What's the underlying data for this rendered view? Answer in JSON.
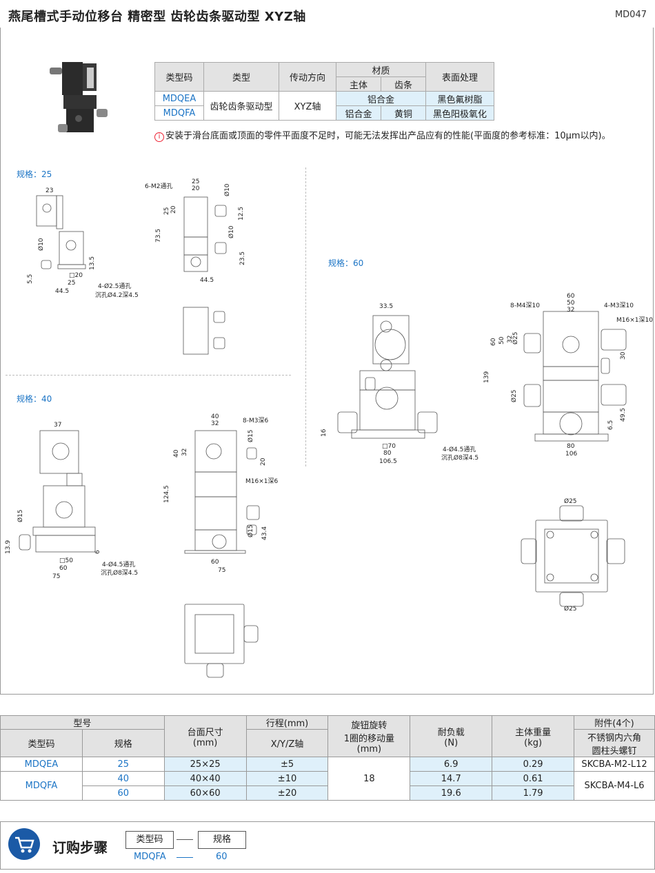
{
  "header": {
    "title": "燕尾槽式手动位移台 精密型  齿轮齿条驱动型  XYZ轴",
    "code": "MD047"
  },
  "spec_table": {
    "headers": [
      "类型码",
      "类型",
      "传动方向",
      "材质",
      "表面处理"
    ],
    "sub_headers": [
      "主体",
      "齿条"
    ],
    "rows": [
      {
        "code": "MDQEA",
        "type": "齿轮齿条驱动型",
        "dir": "XYZ轴",
        "material": "铝合金",
        "surface": "黑色氟树脂"
      },
      {
        "code": "MDQFA",
        "body": "铝合金",
        "rack": "黄铜",
        "surface": "黑色阳极氧化"
      }
    ]
  },
  "note": "安装于滑台底面或顶面的零件平面度不足时，可能无法发挥出产品应有的性能(平面度的参考标准：10µm以内)。",
  "specs": {
    "s25": "规格：25",
    "s40": "规格：40",
    "s60": "规格：60"
  },
  "dims25": {
    "d23": "23",
    "m2": "6-M2通孔",
    "d25a": "25",
    "d20a": "20",
    "phi10a": "Ø10",
    "d25b": "25",
    "d20b": "20",
    "d735": "73.5",
    "d125": "12.5",
    "phi10b": "Ø10",
    "d235": "23.5",
    "d445a": "44.5",
    "phi10c": "Ø10",
    "d135": "13.5",
    "d55": "5.5",
    "sq20": "□20",
    "d25c": "25",
    "d445b": "44.5",
    "hole1": "4-Ø2.5通孔",
    "hole2": "沉孔Ø4.2深4.5"
  },
  "dims40": {
    "d37": "37",
    "d40a": "40",
    "d32a": "32",
    "m3": "8-M3深6",
    "phi15a": "Ø15",
    "d40b": "40",
    "d32b": "32",
    "d20": "20",
    "m16": "M16×1深6",
    "d1245": "124.5",
    "phi15b": "Ø15",
    "d434": "43.4",
    "phi15c": "Ø15",
    "d139": "13.9",
    "sq50": "□50",
    "d60a": "60",
    "d75a": "75",
    "d6": "6",
    "hole1": "4-Ø4.5通孔",
    "hole2": "沉孔Ø8深4.5",
    "d60b": "60",
    "d75b": "75"
  },
  "dims60": {
    "d335": "33.5",
    "d16": "16",
    "sq70": "□70",
    "d80a": "80",
    "d1065": "106.5",
    "hole1": "4-Ø4.5通孔",
    "hole2": "沉孔Ø8深4.5",
    "d60": "60",
    "d50": "50",
    "d32": "32",
    "m4": "8-M4深10",
    "m3": "4-M3深10",
    "m16": "M16×1深10",
    "v60": "60",
    "v50": "50",
    "v32": "32",
    "phi25a": "Ø25",
    "d30": "30",
    "d139": "139",
    "phi25b": "Ø25",
    "d65": "6.5",
    "d495": "49.5",
    "d80b": "80",
    "d106": "106",
    "phi25c": "Ø25",
    "phi25d": "Ø25"
  },
  "main_table": {
    "h_model": "型号",
    "h_code": "类型码",
    "h_spec": "规格",
    "h_size": "台面尺寸\n(mm)",
    "h_travel": "行程(mm)",
    "h_xyz": "X/Y/Z轴",
    "h_knob": "旋钮旋转\n1圈的移动量\n(mm)",
    "h_load": "耐负载\n(N)",
    "h_weight": "主体重量\n(kg)",
    "h_acc": "附件(4个)",
    "h_acc2": "不锈钢内六角\n圆柱头螺钉",
    "rows": [
      {
        "code": "MDQEA",
        "spec": "25",
        "size": "25×25",
        "travel": "±5",
        "load": "6.9",
        "weight": "0.29",
        "acc": "SKCBA-M2-L12"
      },
      {
        "code": "MDQFA",
        "spec": "40",
        "size": "40×40",
        "travel": "±10",
        "load": "14.7",
        "weight": "0.61",
        "acc": "SKCBA-M4-L6"
      },
      {
        "spec": "60",
        "size": "60×60",
        "travel": "±20",
        "load": "19.6",
        "weight": "1.79"
      }
    ],
    "knob": "18"
  },
  "order": {
    "title": "订购步骤",
    "box1": "类型码",
    "box2": "规格",
    "val1": "MDQFA",
    "val2": "60"
  }
}
